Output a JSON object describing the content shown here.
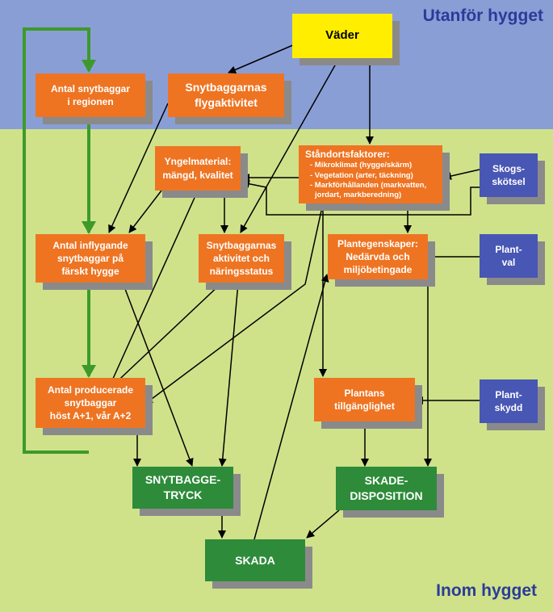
{
  "zones": {
    "top": "Utanför hygget",
    "bottom": "Inom hygget"
  },
  "boxes": {
    "vader": "Väder",
    "antal_region": [
      "Antal snytbaggar",
      "i regionen"
    ],
    "flygaktivitet": [
      "Snytbaggarnas",
      "flygaktivitet"
    ],
    "yngelmaterial": [
      "Yngelmaterial:",
      "mängd, kvalitet"
    ],
    "standort_title": "Ståndortsfaktorer:",
    "standort_items": [
      "- Mikroklimat (hygge/skärm)",
      "- Vegetation (arter, täckning)",
      "- Markförhållanden (markvatten,",
      "jordart, markberedning)"
    ],
    "skogsskotsel": [
      "Skogs-",
      "skötsel"
    ],
    "inflygande": [
      "Antal inflygande",
      "snytbaggar på",
      "färskt hygge"
    ],
    "aktivitet": [
      "Snytbaggarnas",
      "aktivitet och",
      "näringsstatus"
    ],
    "plantegenskaper": [
      "Plantegenskaper:",
      "Nedärvda och",
      "miljöbetingade"
    ],
    "plantval": [
      "Plant-",
      "val"
    ],
    "producerade": [
      "Antal producerade",
      "snytbaggar",
      "höst A+1, vår A+2"
    ],
    "tillganglighet": [
      "Plantans",
      "tillgänglighet"
    ],
    "plantskydd": [
      "Plant-",
      "skydd"
    ],
    "tryck": [
      "SNYTBAGGE-",
      "TRYCK"
    ],
    "disposition": [
      "SKADE-",
      "DISPOSITION"
    ],
    "skada": "SKADA"
  },
  "colors": {
    "orange": "#ee7422",
    "green": "#2e8b3a",
    "blue": "#4856b4",
    "yellow": "#ffee00",
    "feedback": "#3d9a2a"
  }
}
